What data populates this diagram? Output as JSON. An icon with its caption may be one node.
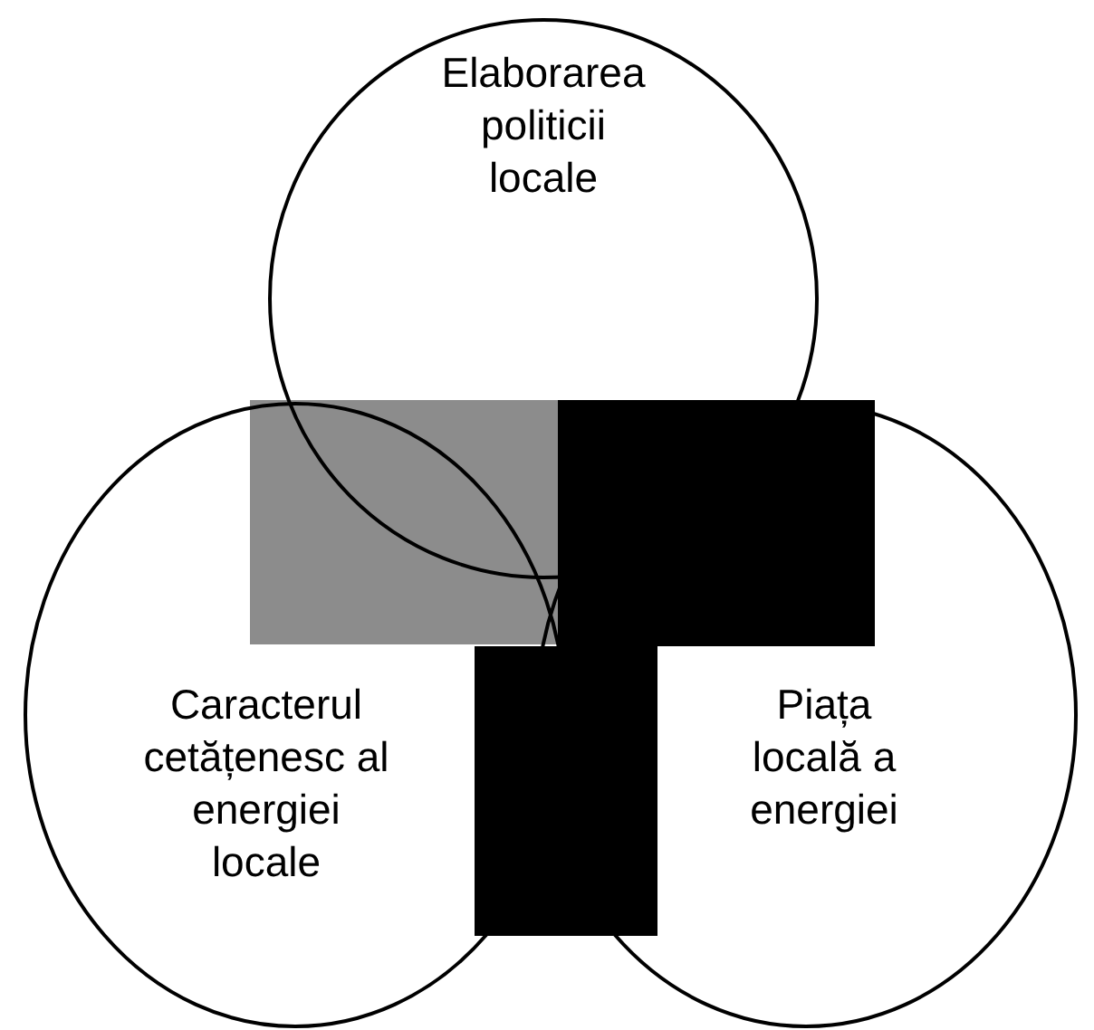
{
  "diagram": {
    "nodes": [
      {
        "text": [
          "Elaborarea politicii locale"
        ]
      },
      {
        "text": [
          "Caracterul cetățenesc al energiei locale"
        ]
      },
      {
        "text": [
          "Piața locală a energiei"
        ]
      }
    ]
  }
}
